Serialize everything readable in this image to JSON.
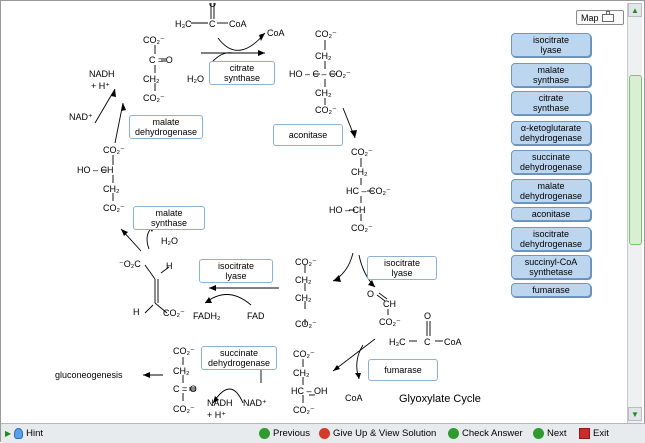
{
  "map_button": {
    "label": "Map"
  },
  "enzymes_panel": [
    {
      "label": "isocitrate\nlyase"
    },
    {
      "label": "malate\nsynthase"
    },
    {
      "label": "citrate\nsynthase"
    },
    {
      "label": "α-ketoglutarate\ndehydrogenase"
    },
    {
      "label": "succinate\ndehydrogenase"
    },
    {
      "label": "malate\ndehydrogenase"
    },
    {
      "label": "aconitase"
    },
    {
      "label": "isocitrate\ndehydrogenase"
    },
    {
      "label": "succinyl-CoA\nsynthetase"
    },
    {
      "label": "fumarase"
    }
  ],
  "diagram": {
    "title": "Glyoxylate Cycle",
    "boxes": {
      "citrate_synthase": "citrate\nsynthase",
      "aconitase": "aconitase",
      "malate_dehydrogenase": "malate\ndehydrogenase",
      "malate_synthase": "malate\nsynthase",
      "isocitrate_lyase_left": "isocitrate\nlyase",
      "isocitrate_lyase_right": "isocitrate\nlyase",
      "succinate_dehydrogenase": "succinate\ndehydrogenase",
      "fumarase": "fumarase"
    },
    "labels": {
      "nadh": "NADH",
      "hplus": "+ H⁺",
      "nadplus": "NAD⁺",
      "h2o_top": "H₂O",
      "h2o_mid": "H₂O",
      "coa_top": "CoA",
      "coa_bottom": "CoA",
      "fadh2": "FADH₂",
      "fad": "FAD",
      "nadh_bottom": "NADH",
      "hplus_bottom": "+ H⁺",
      "nadplus_bottom": "NAD⁺",
      "gluconeogenesis": "gluconeogenesis"
    }
  },
  "bottom_bar": {
    "hint": "Hint",
    "previous": "Previous",
    "give_up": "Give Up & View Solution",
    "check_answer": "Check Answer",
    "next": "Next",
    "exit": "Exit"
  }
}
